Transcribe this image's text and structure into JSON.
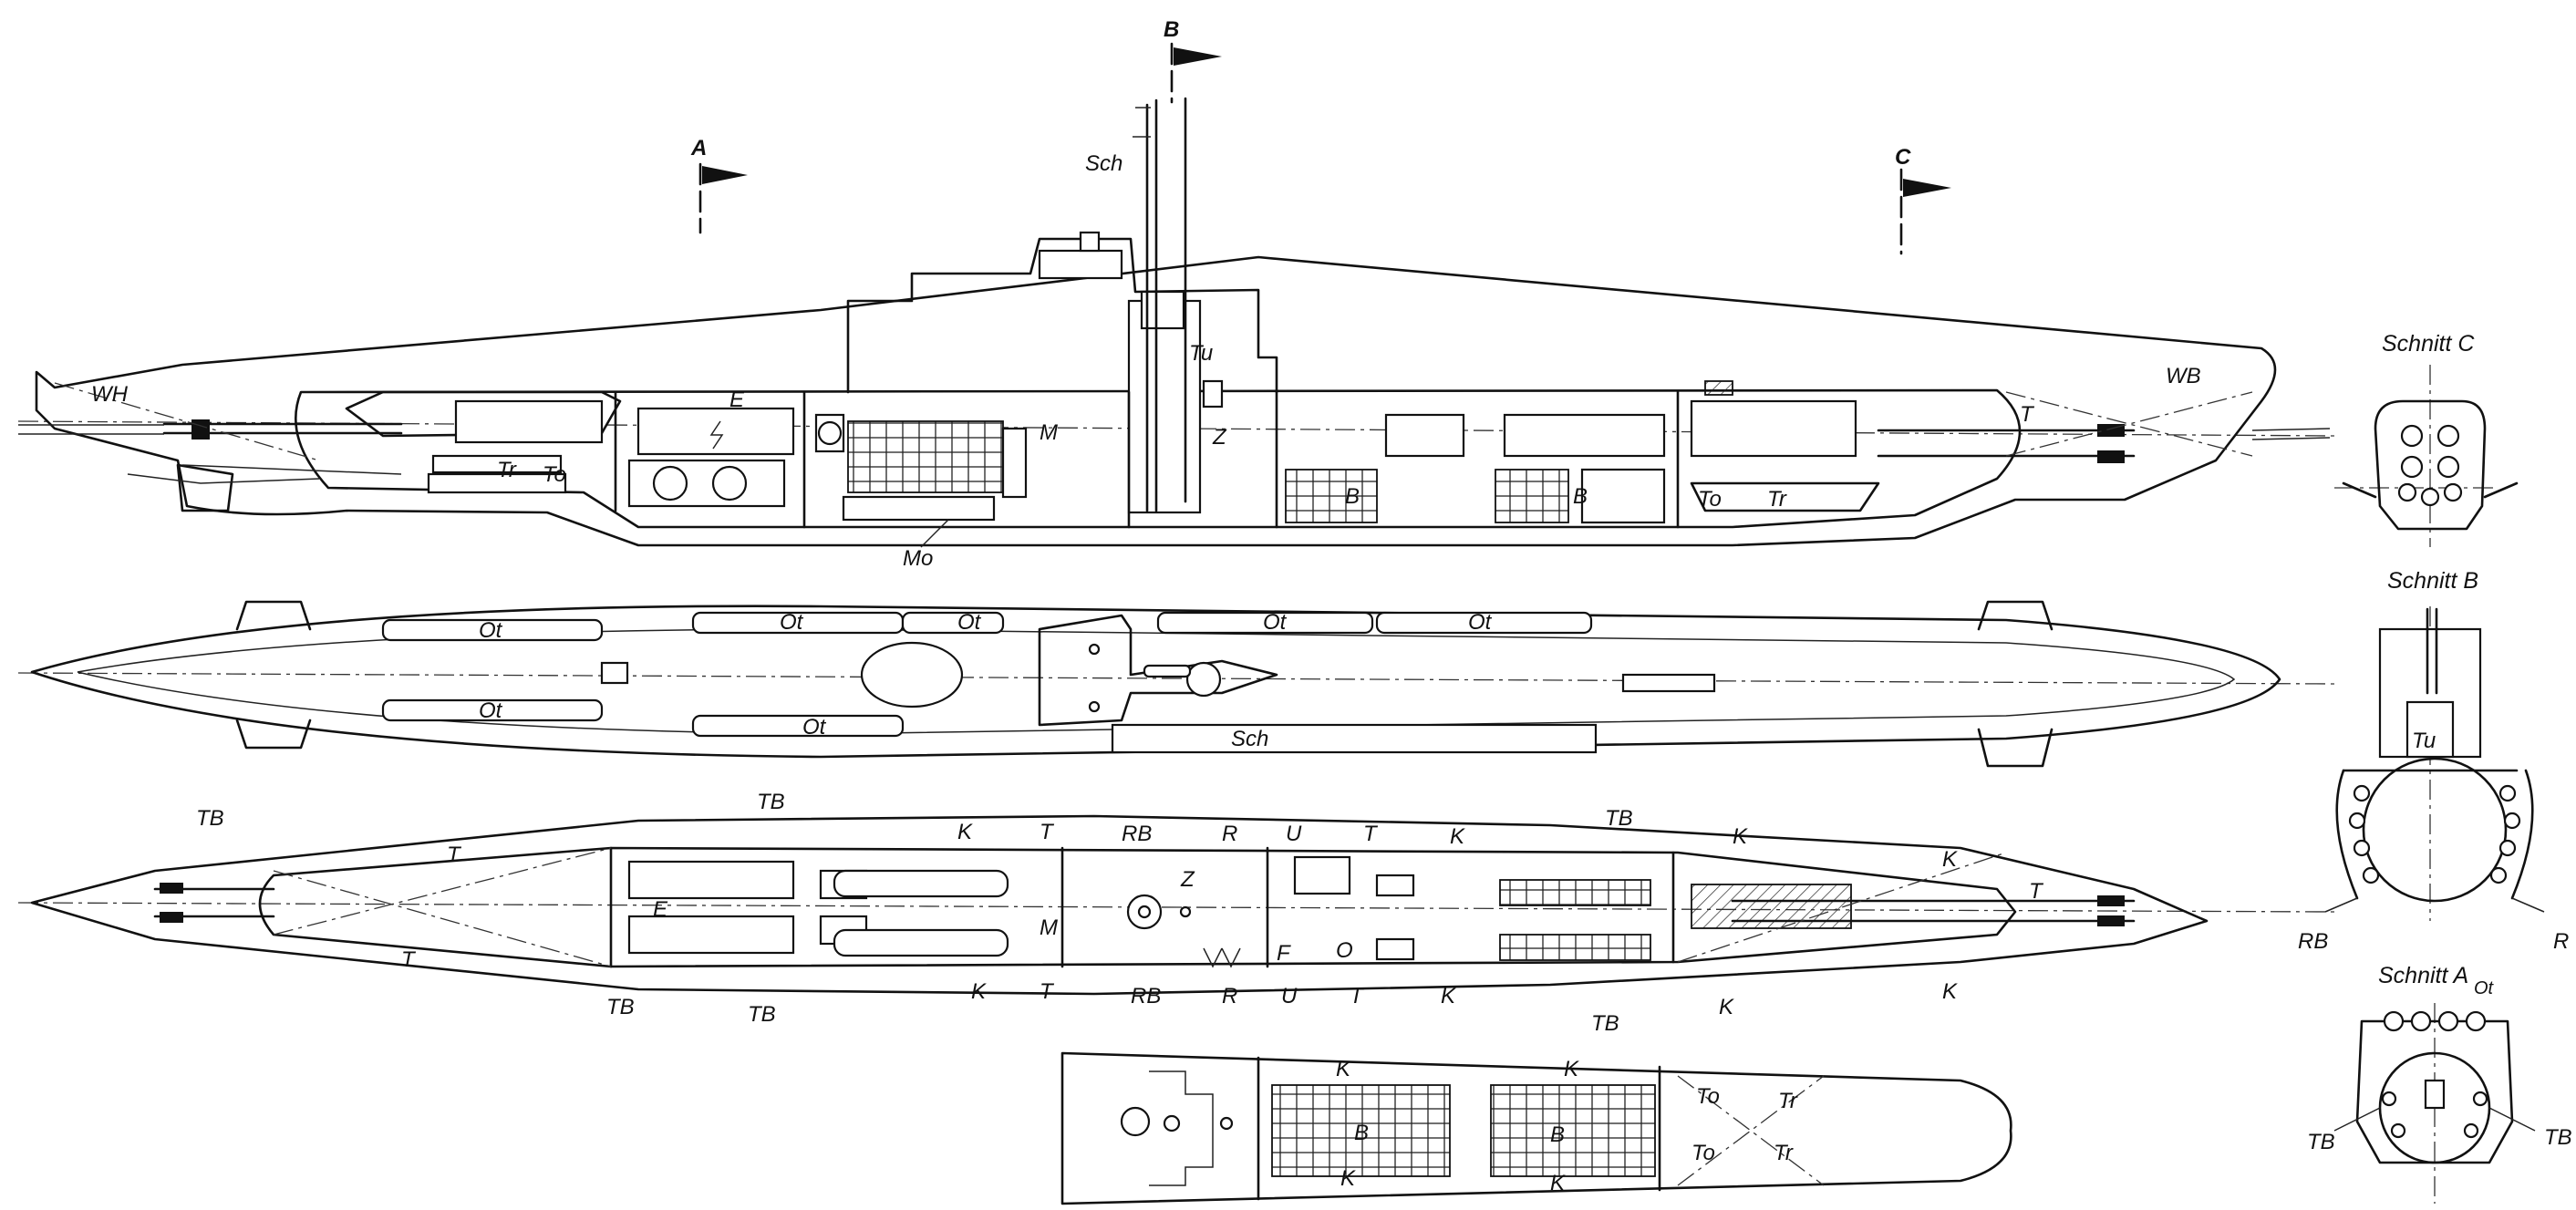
{
  "section_marks": [
    "A",
    "B",
    "C"
  ],
  "section_titles": [
    "Schnitt C",
    "Schnitt B",
    "Schnitt A"
  ],
  "side_view": {
    "labels": [
      "WH",
      "Tr",
      "To",
      "E",
      "M",
      "Z",
      "Tu",
      "Sch",
      "B",
      "B",
      "To",
      "Tr",
      "T",
      "WB",
      "Mo"
    ]
  },
  "top_view": {
    "labels": [
      "Ot",
      "Ot",
      "Ot",
      "Ot",
      "Ot",
      "Ot",
      "Ot",
      "Sch"
    ]
  },
  "plan_view": {
    "labels": [
      "TB",
      "TB",
      "T",
      "K",
      "T",
      "RB",
      "R",
      "U",
      "T",
      "K",
      "TB",
      "K",
      "K",
      "E",
      "M",
      "Z",
      "F",
      "O",
      "T",
      "T",
      "TB",
      "TB",
      "K",
      "T",
      "RB",
      "R",
      "U",
      "T",
      "K",
      "TB",
      "K",
      "K"
    ]
  },
  "lower_deck": {
    "labels": [
      "K",
      "K",
      "B",
      "B",
      "To",
      "Tr",
      "To",
      "Tr",
      "K",
      "K"
    ]
  },
  "section_c": {
    "labels": []
  },
  "section_b": {
    "labels": [
      "Tu",
      "RB",
      "R"
    ]
  },
  "section_a": {
    "labels": [
      "Ot",
      "TB",
      "TB"
    ]
  }
}
